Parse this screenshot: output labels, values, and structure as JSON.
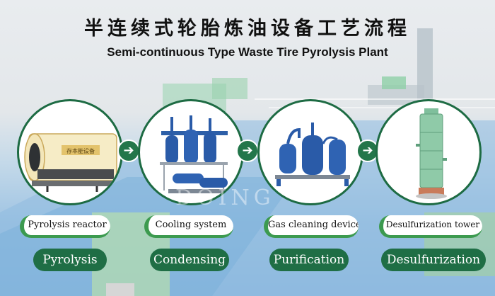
{
  "title": {
    "chinese": "半连续式轮胎炼油设备工艺流程",
    "english": "Semi-continuous Type Waste Tire Pyrolysis Plant"
  },
  "watermark": "DOING",
  "steps": [
    {
      "equipment": "Pyrolysis reactor",
      "stage": "Pyrolysis",
      "icon": "pyrolysis-reactor-illustration"
    },
    {
      "equipment": "Cooling system",
      "stage": "Condensing",
      "icon": "cooling-system-illustration"
    },
    {
      "equipment": "Gas cleaning device",
      "stage": "Purification",
      "icon": "gas-cleaning-device-illustration"
    },
    {
      "equipment": "Desulfurization tower",
      "stage": "Desulfurization",
      "icon": "desulfurization-tower-illustration"
    }
  ],
  "reactor_text": "存本能设备",
  "colors": {
    "accent_dark_green": "#1f6e45",
    "accent_light_green": "#3c9a4f",
    "equipment_blue": "#1d4f9e",
    "background_blue": "#9fc4e3"
  },
  "arrow_glyph": "➔"
}
